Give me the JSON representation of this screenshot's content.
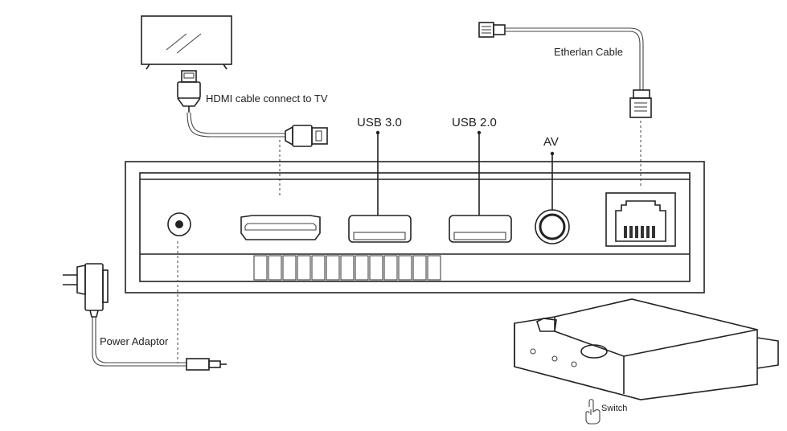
{
  "labels": {
    "hdmi": "HDMI cable connect to TV",
    "usb30": "USB 3.0",
    "usb20": "USB 2.0",
    "av": "AV",
    "ethernet": "Etherlan Cable",
    "power": "Power Adaptor",
    "switch": "Switch"
  },
  "colors": {
    "line": "#222222",
    "background": "#ffffff"
  },
  "icons": [
    "tv-icon",
    "hdmi-plug-icon",
    "rj45-plug-icon",
    "power-adaptor-icon",
    "dc-plug-icon",
    "hand-pointer-icon"
  ]
}
